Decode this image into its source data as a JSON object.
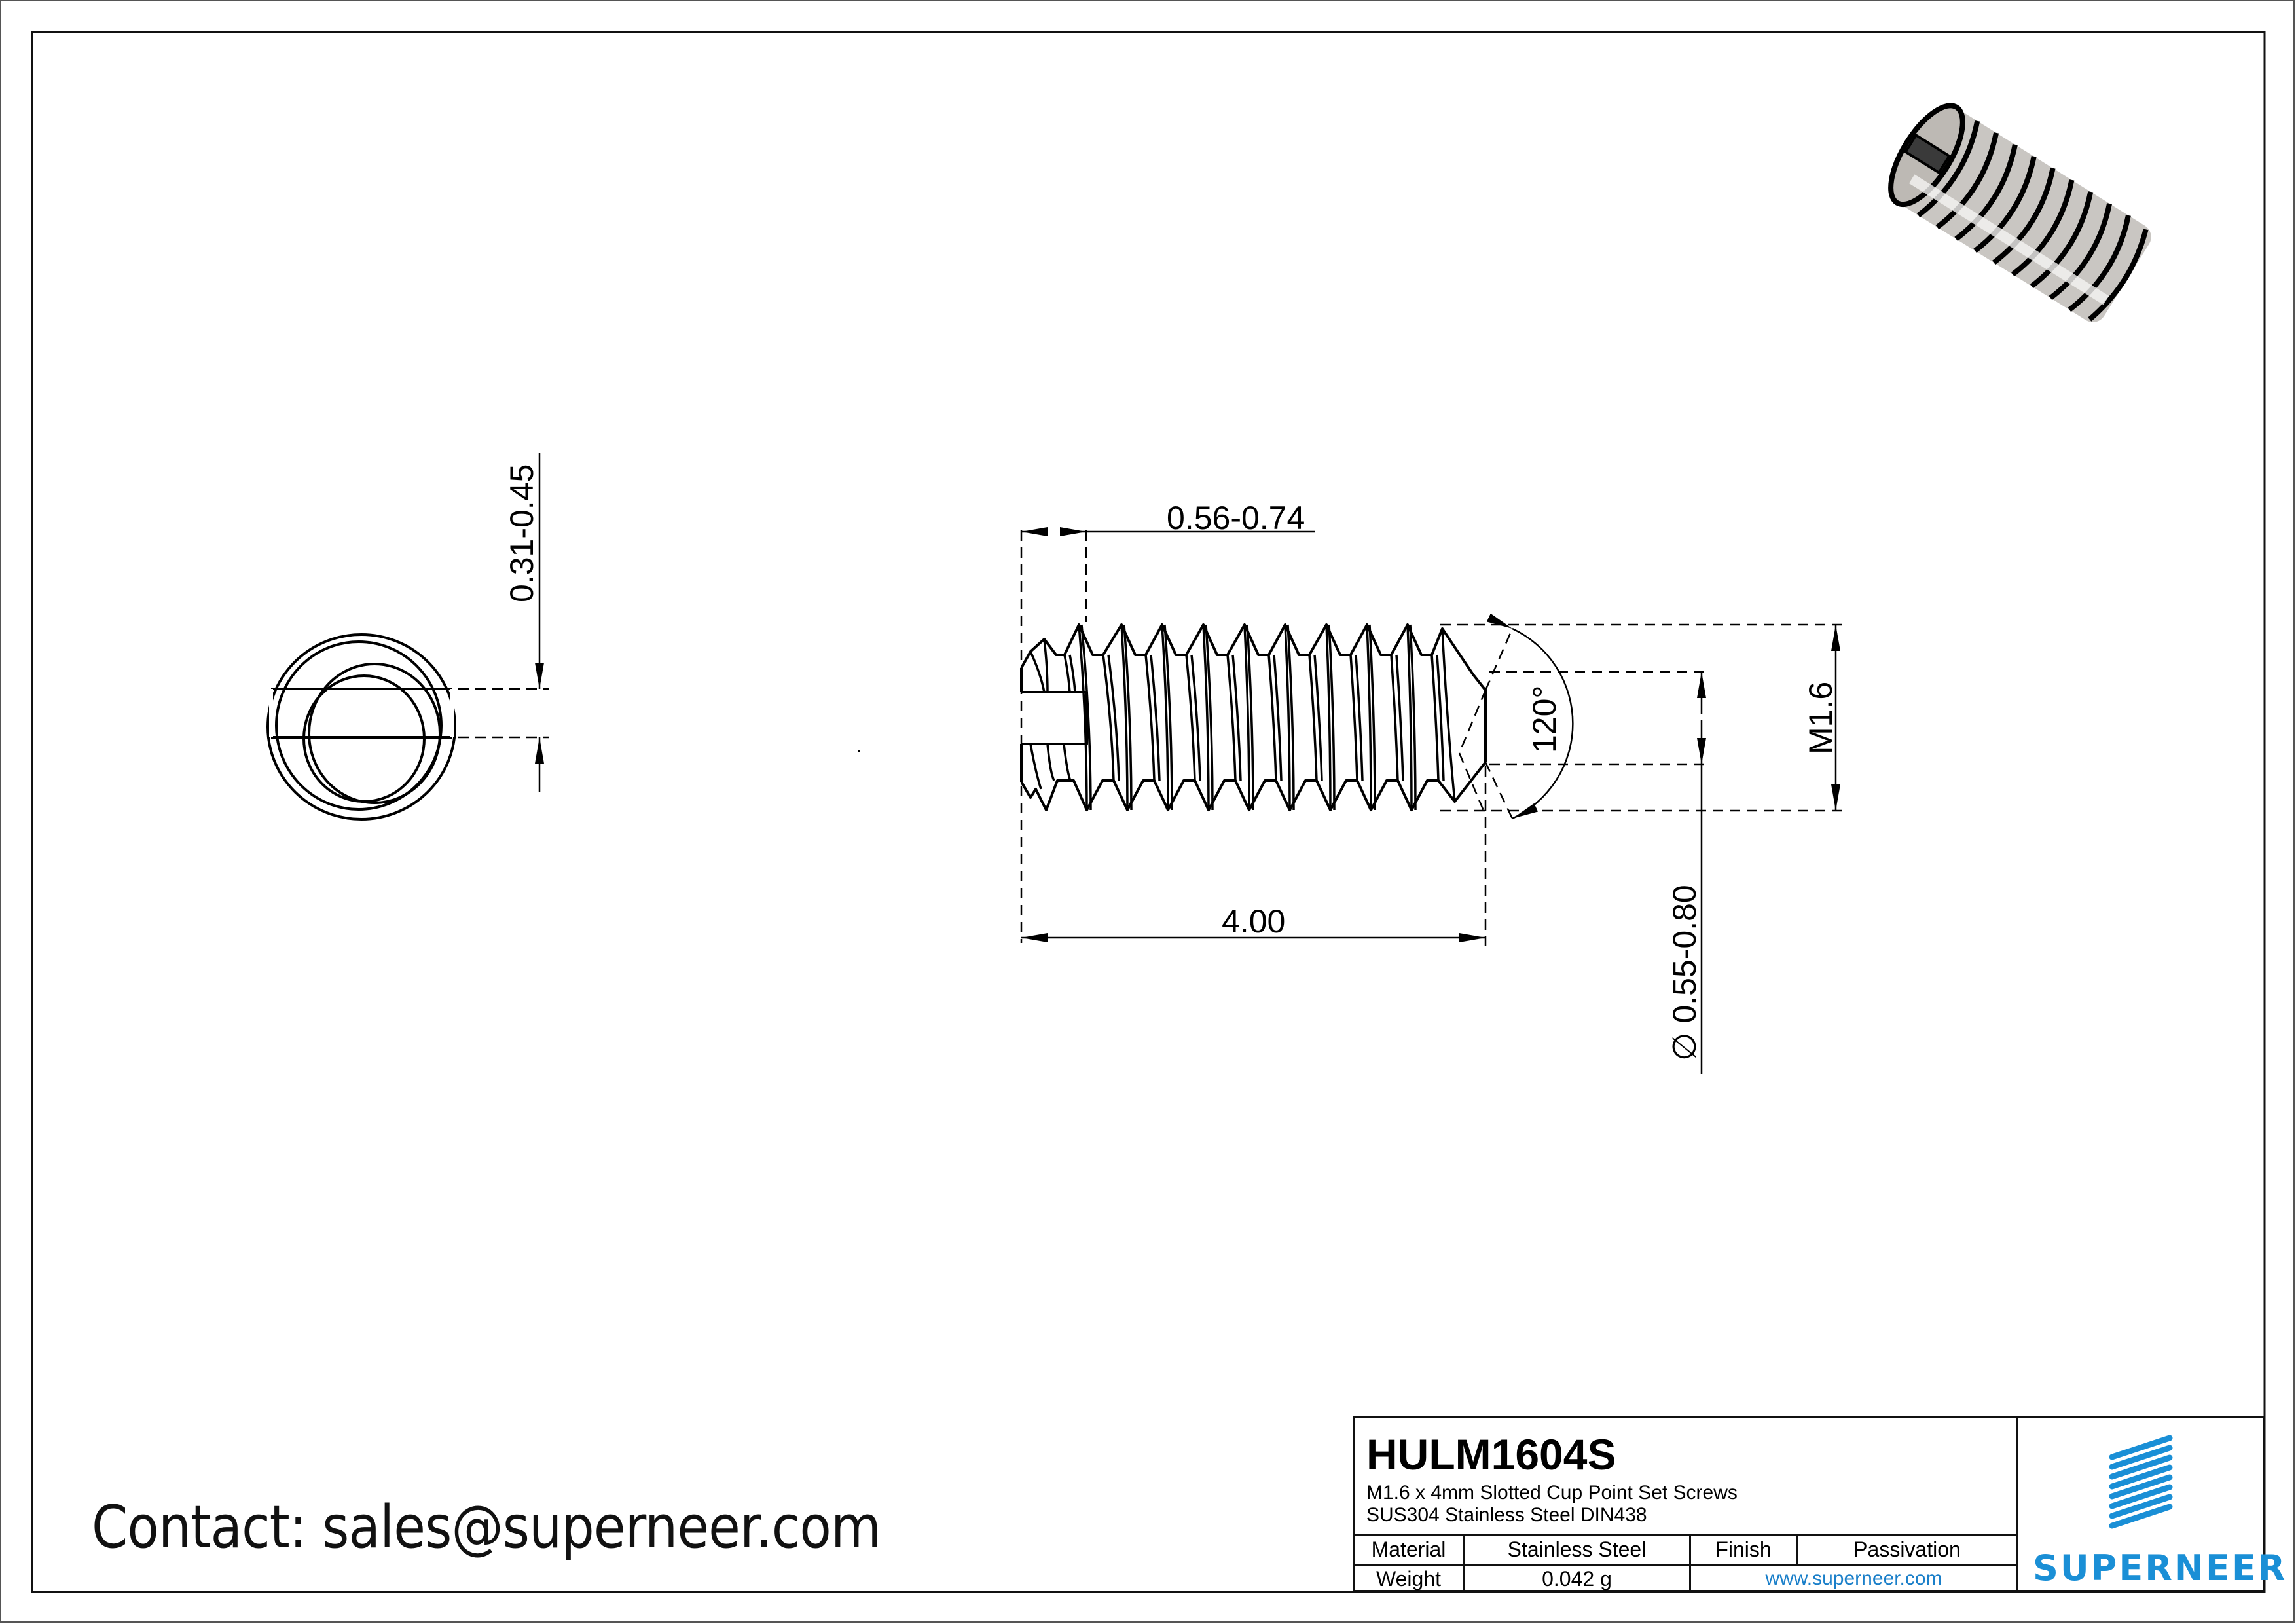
{
  "drawing": {
    "dimensions": {
      "slot_width": "0.31-0.45",
      "slot_depth": "0.56-0.74",
      "length": "4.00",
      "cup_angle": "120°",
      "thread_size": "M1.6",
      "cup_diameter": "∅ 0.55-0.80"
    }
  },
  "contact": {
    "text": "Contact: sales@superneer.com"
  },
  "title_block": {
    "part_number": "HULM1604S",
    "description_line1": "M1.6 x 4mm Slotted Cup Point Set Screws",
    "description_line2": "SUS304 Stainless Steel DIN438",
    "material_label": "Material",
    "material_value": "Stainless Steel",
    "finish_label": "Finish",
    "finish_value": "Passivation",
    "weight_label": "Weight",
    "weight_value": "0.042 g",
    "website": "www.superneer.com",
    "brand": "SUPERNEER",
    "brand_color": "#1a8fd6"
  }
}
